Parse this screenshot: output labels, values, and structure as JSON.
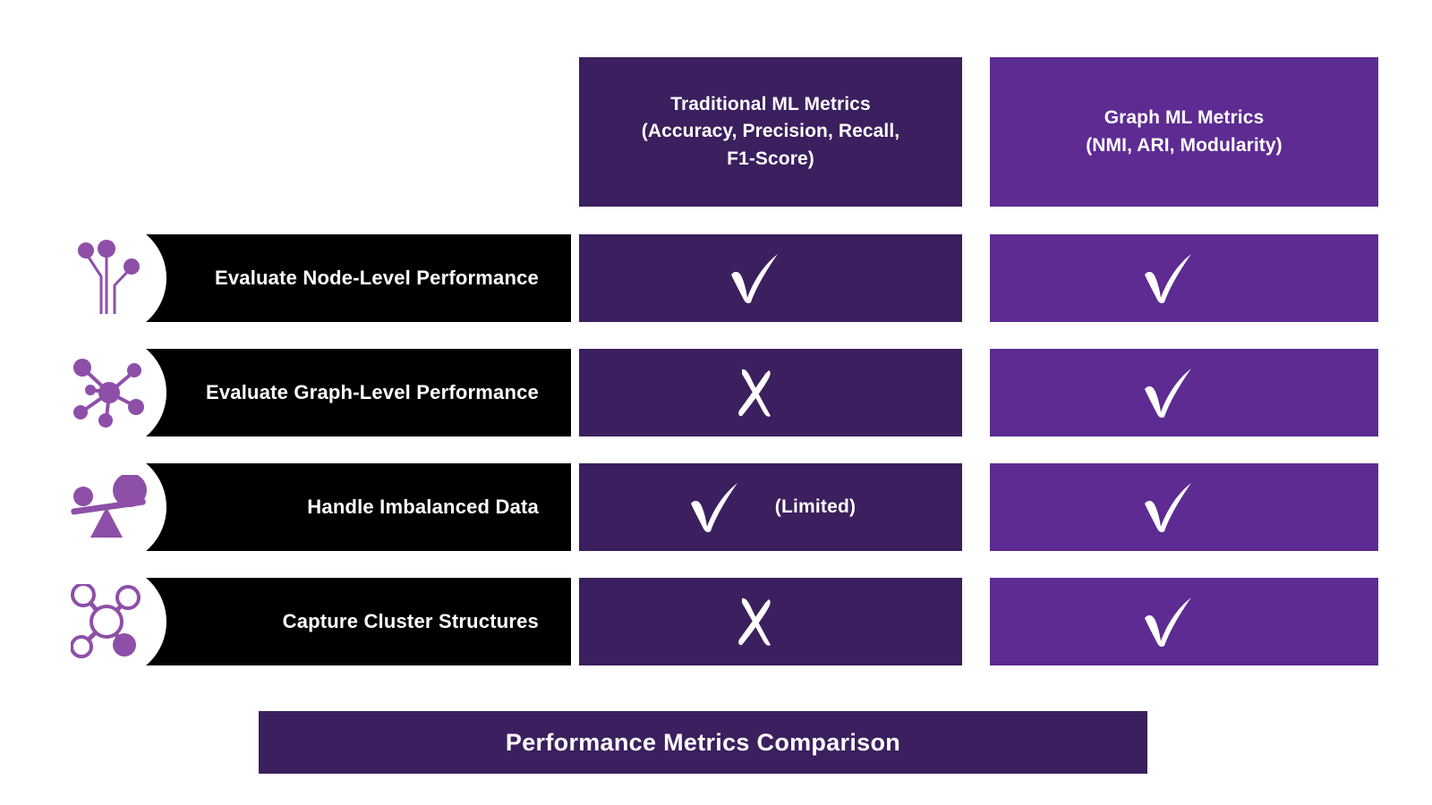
{
  "theme": {
    "background": "#ffffff",
    "dark_purple": "#3b1f5e",
    "bright_purple": "#5d2b91",
    "icon_purple": "#8e4fa8",
    "label_bar": "#000000",
    "text_on_dark": "#ffffff"
  },
  "columns": [
    {
      "id": "traditional",
      "title_line1": "Traditional ML Metrics",
      "title_line2": "(Accuracy, Precision, Recall,",
      "title_line3": "F1-Score)",
      "color": "#3b1f5e"
    },
    {
      "id": "graph",
      "title_line1": "Graph ML Metrics",
      "title_line2": "(NMI, ARI, Modularity)",
      "title_line3": "",
      "color": "#5d2b91"
    }
  ],
  "rows": [
    {
      "label": "Evaluate Node-Level Performance",
      "icon": "neural-nodes-icon",
      "traditional": {
        "mark": "check",
        "note": ""
      },
      "graph": {
        "mark": "check",
        "note": ""
      }
    },
    {
      "label": "Evaluate Graph-Level Performance",
      "icon": "network-hub-icon",
      "traditional": {
        "mark": "cross",
        "note": ""
      },
      "graph": {
        "mark": "check",
        "note": ""
      }
    },
    {
      "label": "Handle Imbalanced Data",
      "icon": "balance-scale-icon",
      "traditional": {
        "mark": "check",
        "note": "(Limited)"
      },
      "graph": {
        "mark": "check",
        "note": ""
      }
    },
    {
      "label": "Capture Cluster Structures",
      "icon": "molecule-cluster-icon",
      "traditional": {
        "mark": "cross",
        "note": ""
      },
      "graph": {
        "mark": "check",
        "note": ""
      }
    }
  ],
  "footer": {
    "title": "Performance Metrics Comparison"
  }
}
